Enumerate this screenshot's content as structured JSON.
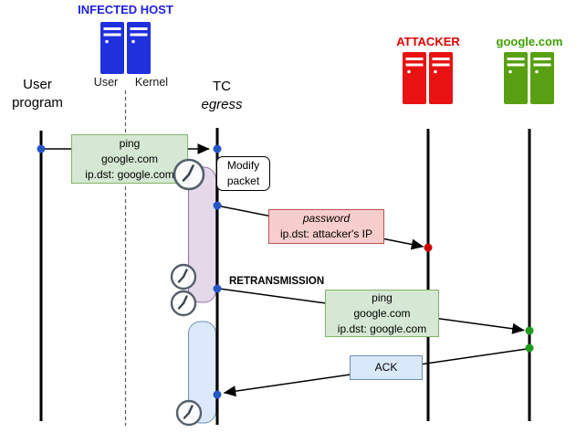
{
  "actors": {
    "user_program": {
      "label": "User program"
    },
    "infected_host": {
      "label": "INFECTED HOST",
      "sub_left": "User",
      "sub_right": "Kernel"
    },
    "tc_egress": {
      "line1": "TC",
      "line2": "egress"
    },
    "attacker": {
      "label": "ATTACKER"
    },
    "google": {
      "label": "google.com"
    }
  },
  "messages": {
    "ping_initial": {
      "line1": "ping",
      "line2": "google.com",
      "line3": "ip.dst: google.com"
    },
    "modify_packet": {
      "line1": "Modify",
      "line2": "packet"
    },
    "password": {
      "line1": "password",
      "line2": "ip.dst: attacker's IP"
    },
    "retransmission_label": "RETRANSMISSION",
    "ping_retransmit": {
      "line1": "ping",
      "line2": "google.com",
      "line3": "ip.dst: google.com"
    },
    "ack_label": "ACK"
  },
  "icons": {
    "infected_host": "server-stack-icon",
    "attacker": "server-stack-icon",
    "google": "server-stack-icon",
    "timers": "clock-icon",
    "events": "dot-marker"
  },
  "colors": {
    "infected_host_blue": "#1f1fe0",
    "server_blue": "#2030dd",
    "attacker_red": "#e00000",
    "server_red": "#e81212",
    "google_green": "#3fa000",
    "server_green": "#58a012",
    "green_box_fill": "#d5e8d4",
    "green_box_border": "#82b366",
    "pink_box_fill": "#f8cecc",
    "pink_box_border": "#b85450",
    "blue_box_fill": "#dae8fc",
    "blue_box_border": "#6c8ebf",
    "purple_bar_fill": "#e1d5e7",
    "purple_bar_border": "#9673a6",
    "event_dot_blue": "#2456c8",
    "event_dot_red": "#cc0000",
    "event_dot_green": "#1f9a1f"
  }
}
